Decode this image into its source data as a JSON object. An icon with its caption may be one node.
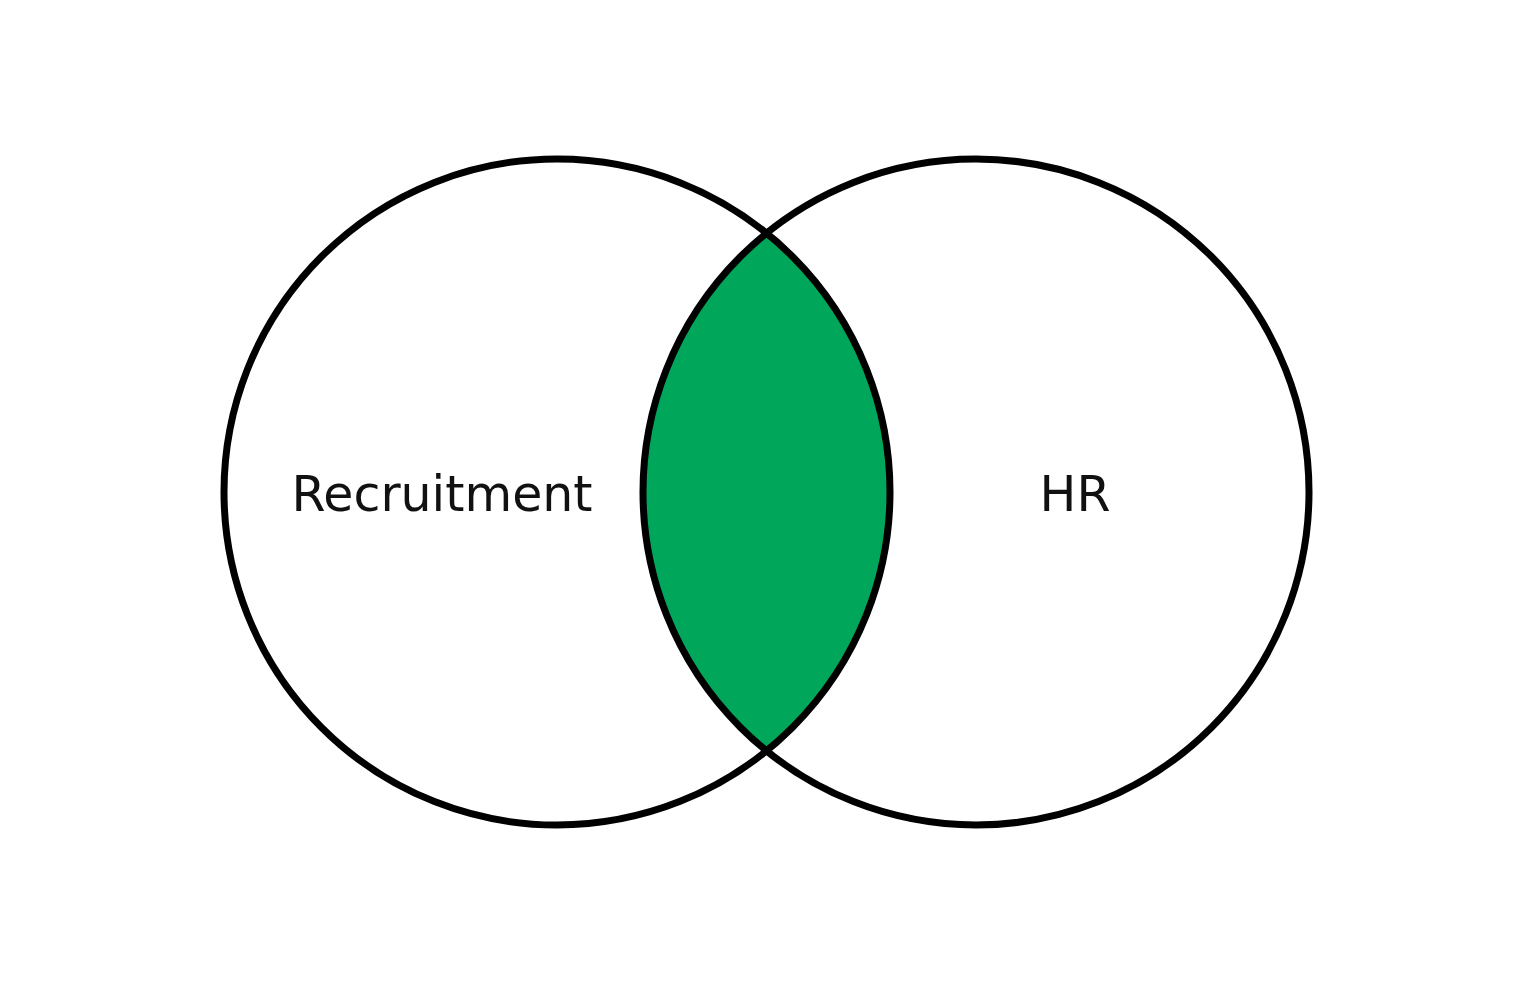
{
  "diagram": {
    "nodes": [
      {
        "text": [
          "Recruitment"
        ]
      },
      {
        "text": [],
        "shape": "lens"
      },
      {
        "text": [
          "HR"
        ]
      }
    ]
  }
}
